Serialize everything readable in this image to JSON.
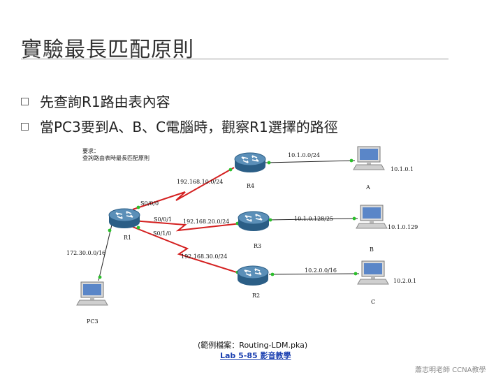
{
  "slide": {
    "title": "實驗最長匹配原則",
    "bullets": [
      "先查詢R1路由表內容",
      "當PC3要到A、B、C電腦時，觀察R1選擇的路徑"
    ],
    "note_lines": [
      "要求：",
      "查詢路由表時最長匹配原則"
    ],
    "caption": "(範例檔案：Routing-LDM.pka)",
    "lab_link": "Lab 5-85 影音教學",
    "footer": "蕭志明老師 CCNA教學"
  },
  "diagram": {
    "devices": {
      "R1": "R1",
      "R2": "R2",
      "R3": "R3",
      "R4": "R4",
      "A": "A",
      "B": "B",
      "C": "C",
      "PC3": "PC3"
    },
    "labels": {
      "r4_lan": "10.1.0.0/24",
      "a_ip": "10.1.0.1",
      "r1_r4_net": "192.168.10.0/24",
      "s000": "S0/0/0",
      "s001": "S0/0/1",
      "s010": "S0/1/0",
      "r1_r3_net": "192.168.20.0/24",
      "r3_lan": "10.1.0.128/25",
      "b_ip": "10.1.0.129",
      "r1_lan": "172.30.0.0/16",
      "r1_r2_net": "192.168.30.0/24",
      "r2_lan": "10.2.0.0/16",
      "c_ip": "10.2.0.1"
    },
    "colors": {
      "serial": "#d42020",
      "ethernet": "#222222",
      "link_dot": "#2bbf2b"
    }
  }
}
